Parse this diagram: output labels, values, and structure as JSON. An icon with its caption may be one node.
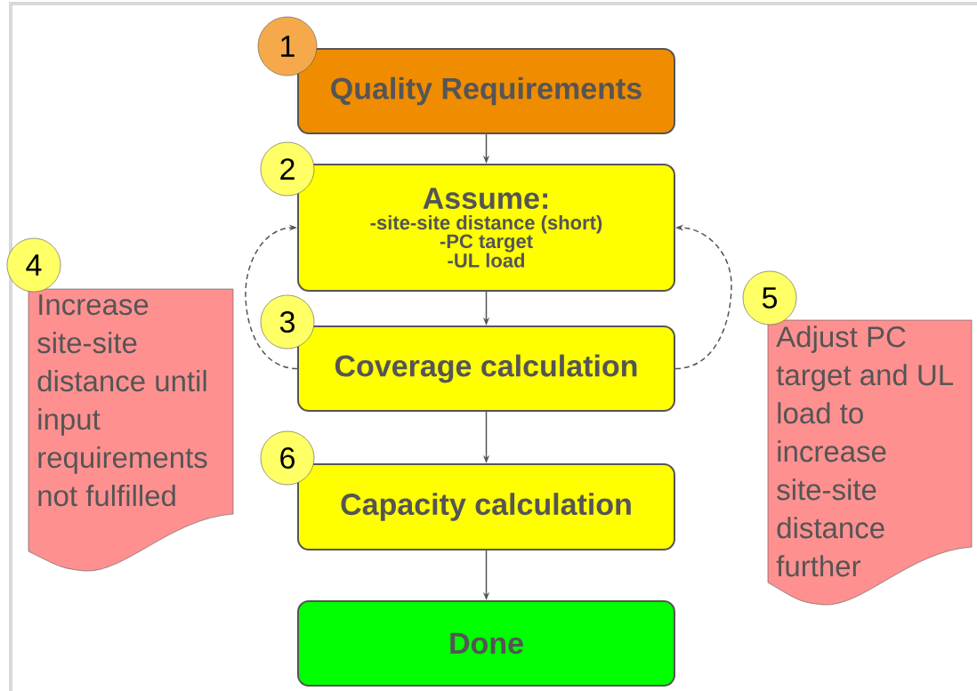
{
  "diagram": {
    "nodes": [
      {
        "text": [
          "1"
        ]
      },
      {
        "text": [
          "Quality Requirements"
        ]
      },
      {
        "text": [
          "2"
        ]
      },
      {
        "text": [
          "Assume:",
          "-site-site distance (short)",
          "-PC target",
          "-UL load"
        ]
      },
      {
        "text": [
          "4"
        ]
      },
      {
        "text": [
          "Increase site-site distance until input requirements not fulfilled"
        ]
      },
      {
        "text": [
          "3"
        ]
      },
      {
        "text": [
          "Coverage calculation"
        ]
      },
      {
        "text": [
          "5"
        ]
      },
      {
        "text": [
          "Adjust PC target and UL load to increase site-site distance further"
        ]
      },
      {
        "text": [
          "6"
        ]
      },
      {
        "text": [
          "Capacity calculation"
        ]
      },
      {
        "text": [
          "Done"
        ]
      }
    ],
    "edges": [
      {
        "from": 1,
        "to": 3,
        "arrow": "to"
      },
      {
        "from": 3,
        "to": 7,
        "arrow": "to"
      },
      {
        "from": 7,
        "to": 11,
        "arrow": "to"
      },
      {
        "from": 11,
        "to": 12,
        "arrow": "to"
      },
      {
        "from": 7,
        "to": 3,
        "arrow": "to",
        "style": "dashed"
      },
      {
        "from": 7,
        "to": 3,
        "arrow": "to",
        "style": "dashed"
      }
    ]
  }
}
